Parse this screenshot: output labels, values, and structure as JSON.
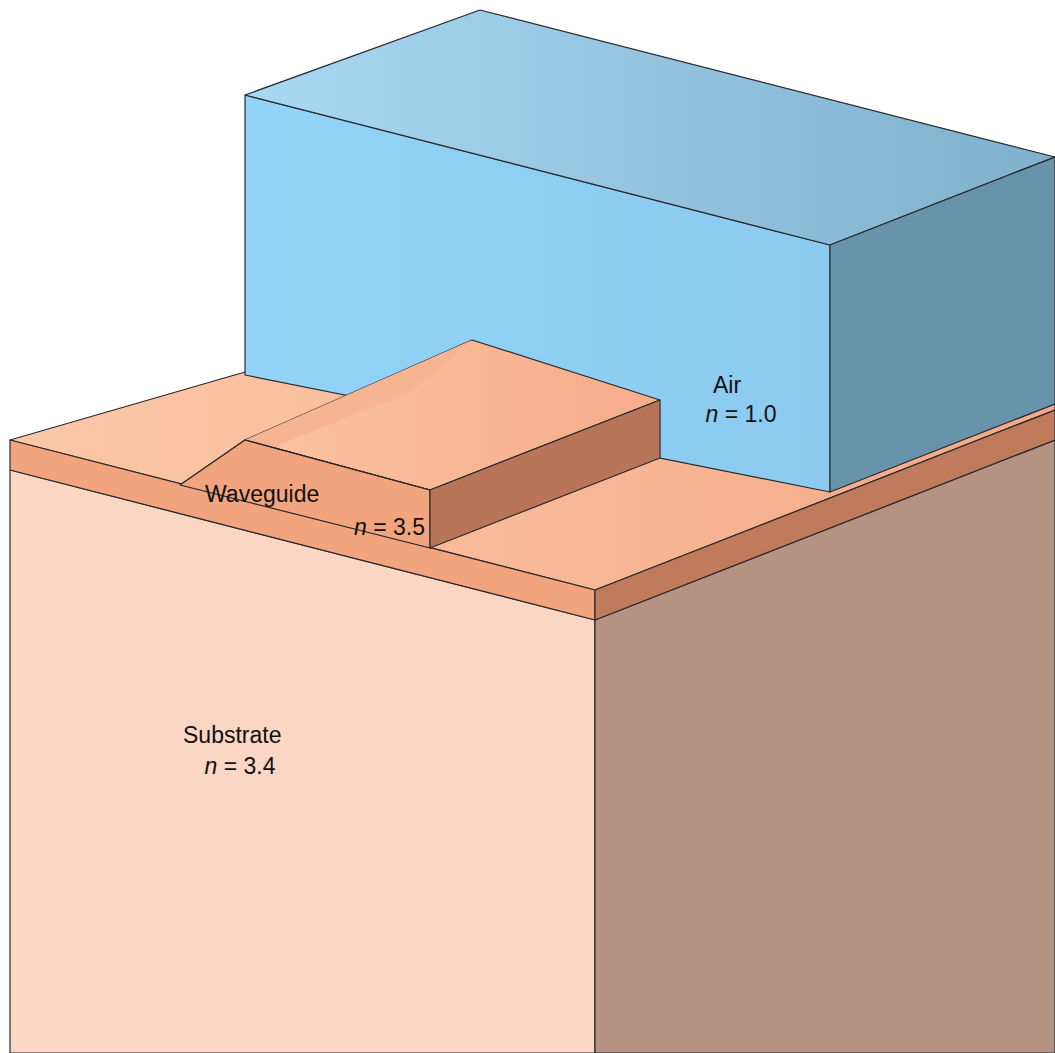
{
  "diagram": {
    "labels": [
      "Air",
      "n = 1.0",
      "Waveguide",
      "n = 3.5",
      "Substrate",
      "n = 3.4"
    ]
  }
}
